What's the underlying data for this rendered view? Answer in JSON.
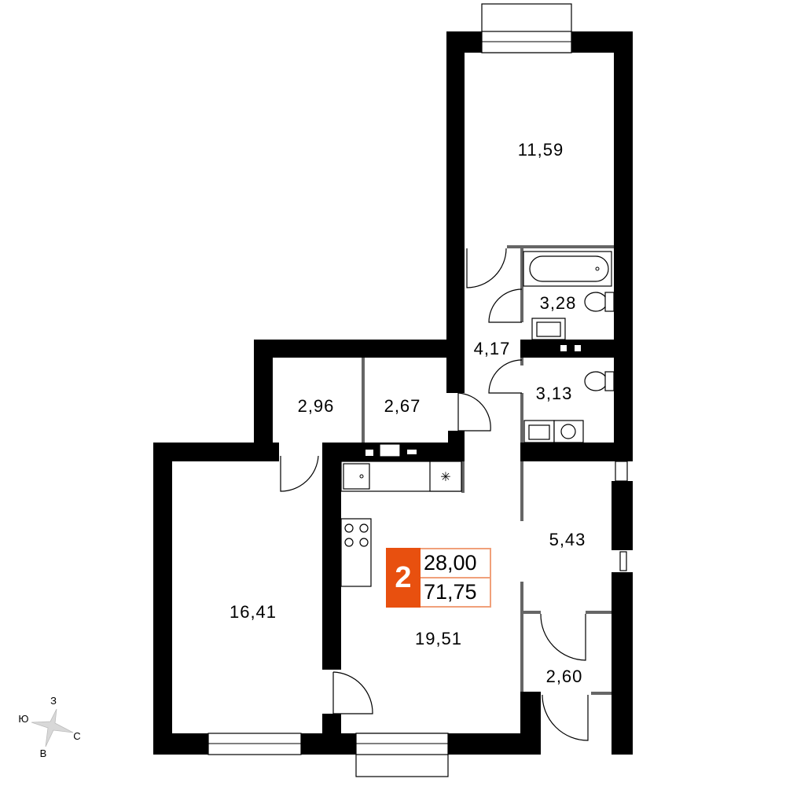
{
  "rooms": {
    "bedroom_top": "11,59",
    "bathroom": "3,28",
    "hall_top": "4,17",
    "toilet": "3,13",
    "storage_left": "2,96",
    "storage_right": "2,67",
    "corridor": "5,43",
    "bedroom_left": "16,41",
    "kitchen_living": "19,51",
    "closet": "2,60"
  },
  "badge": {
    "rooms_count": "2",
    "living_area": "28,00",
    "total_area": "71,75",
    "color": "#e8500f"
  },
  "compass": {
    "north": "З",
    "south": "Ю",
    "east": "С",
    "west": "В"
  }
}
